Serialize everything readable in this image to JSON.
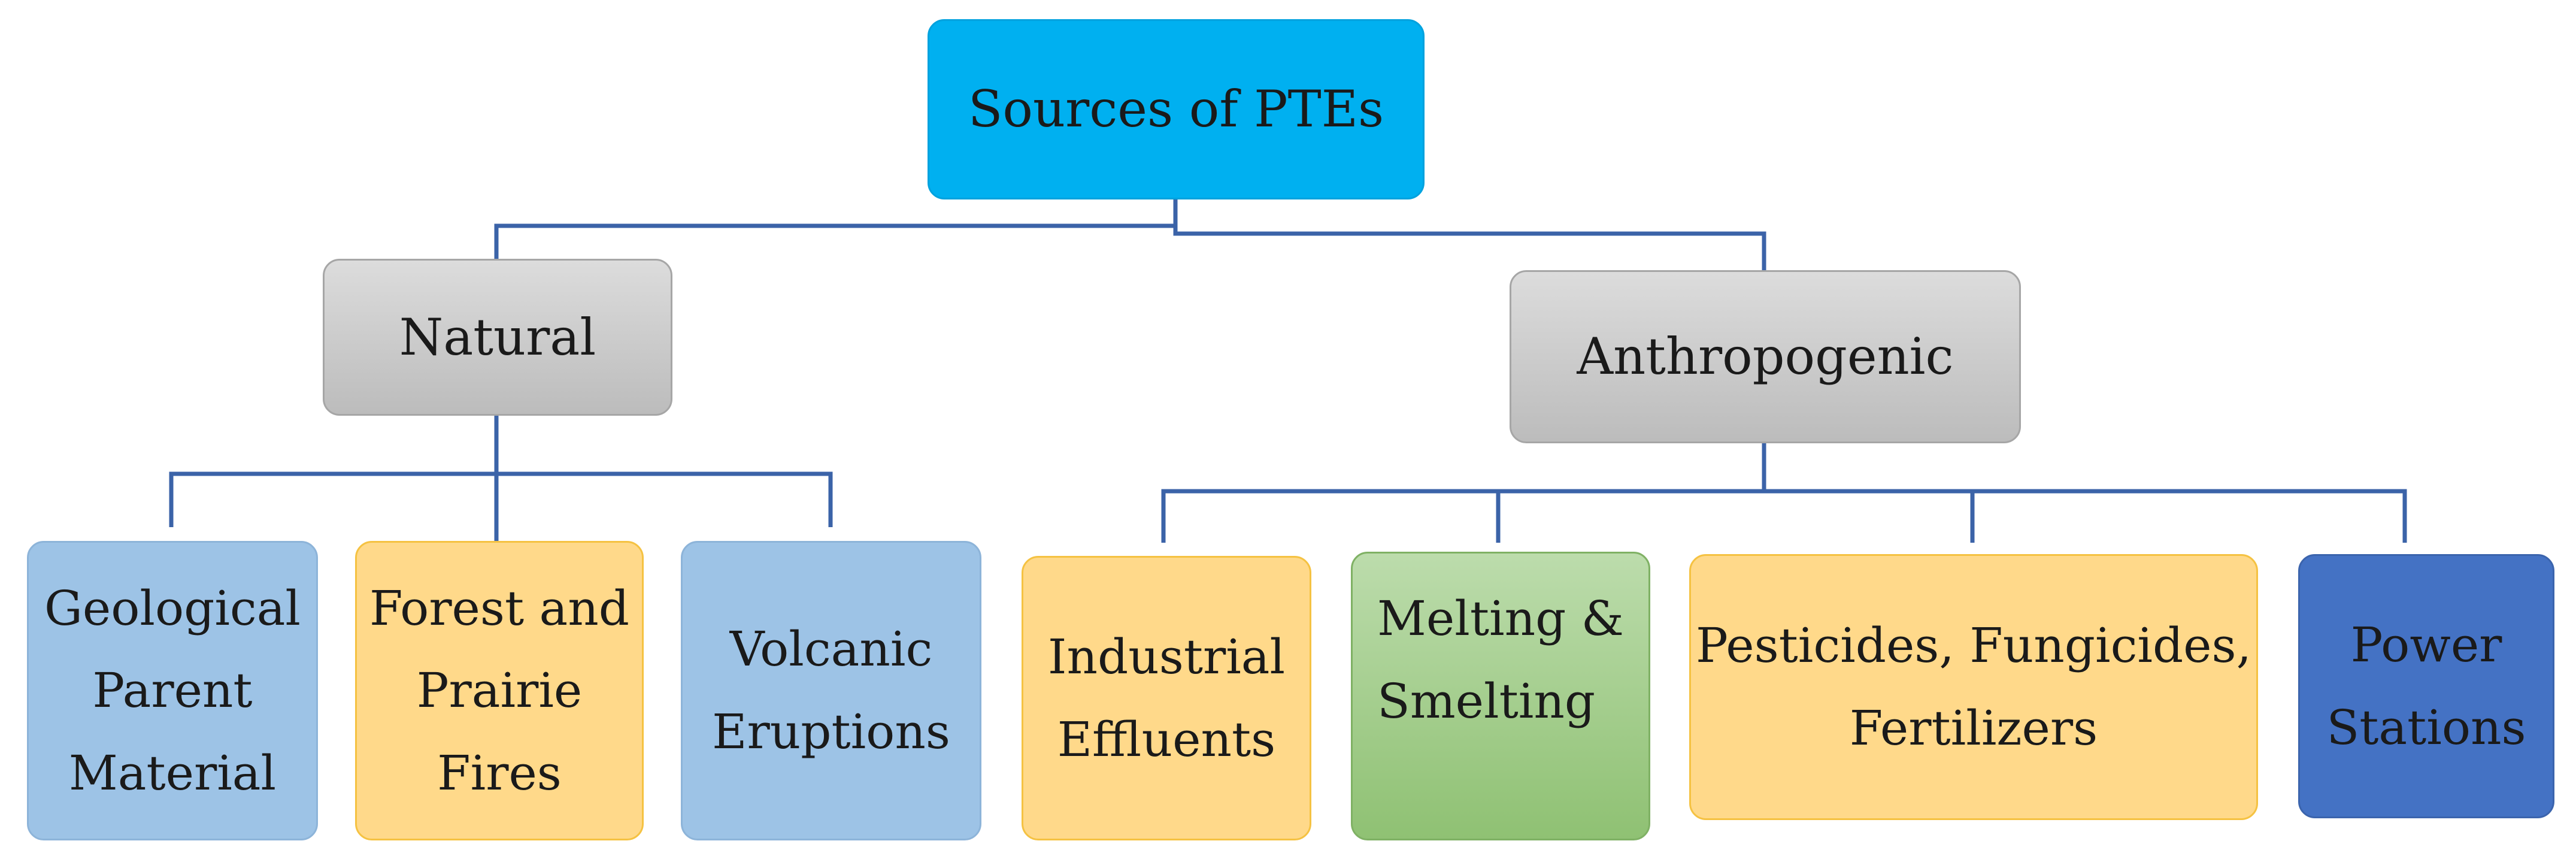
{
  "diagram": {
    "root": {
      "label": "Sources of PTEs"
    },
    "natural": {
      "label": "Natural",
      "children": [
        {
          "label": "Geological\nParent\nMaterial"
        },
        {
          "label": "Forest and\nPrairie\nFires"
        },
        {
          "label": "Volcanic\nEruptions"
        }
      ]
    },
    "anthropogenic": {
      "label": "Anthropogenic",
      "children": [
        {
          "label": "Industrial\nEffluents"
        },
        {
          "label": "Melting &\nSmelting"
        },
        {
          "label": "Pesticides, Fungicides,\nFertilizers"
        },
        {
          "label": "Power\nStations"
        }
      ]
    },
    "colors": {
      "root_fill": "#00b0f0",
      "category_fill": "#c8c8c8",
      "natural_leaf_fill": "#9dc3e6",
      "fire_leaf_fill": "#ffd98a",
      "smelting_fill": "#a9d18e",
      "power_fill": "#4472c4",
      "connector": "#3b63a8"
    }
  }
}
